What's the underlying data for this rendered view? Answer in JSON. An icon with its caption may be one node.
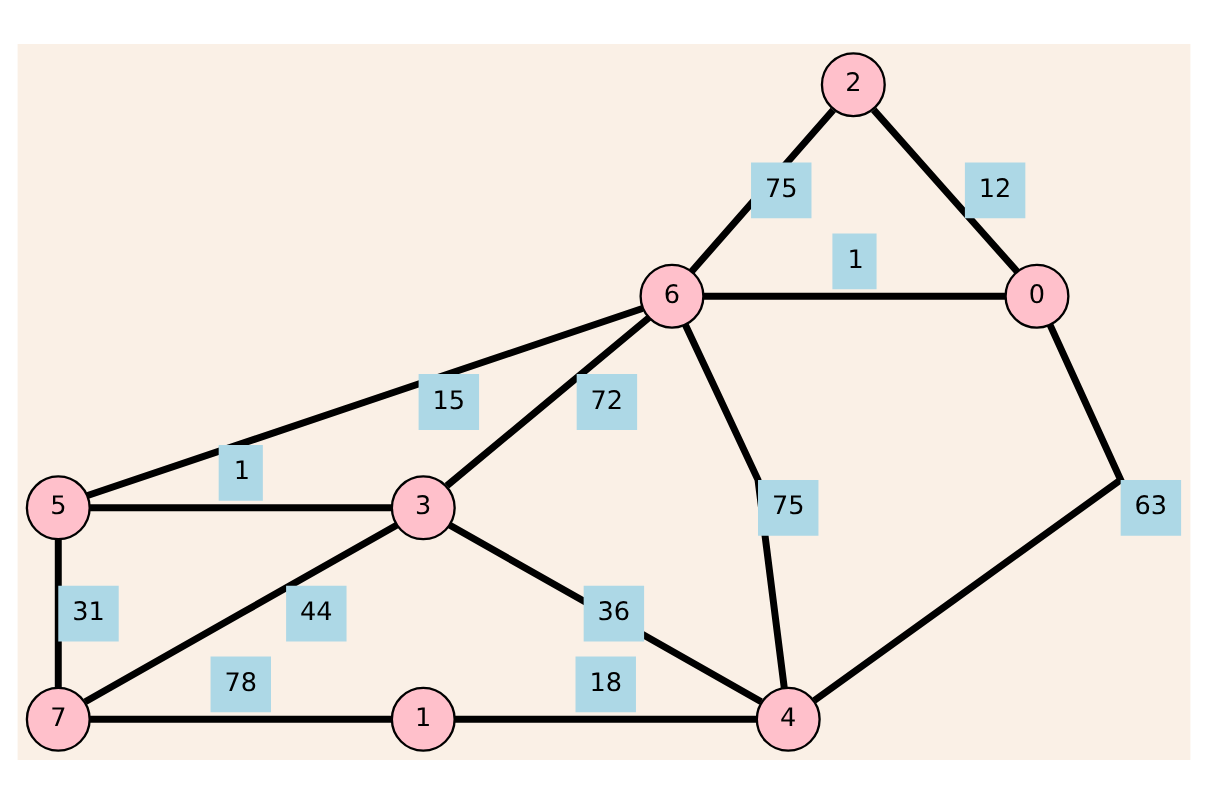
{
  "diagram": {
    "nodes": [
      {
        "text": [
          "2"
        ]
      },
      {
        "text": [
          "6"
        ]
      },
      {
        "text": [
          "0"
        ]
      },
      {
        "text": [
          "5"
        ]
      },
      {
        "text": [
          "3"
        ]
      },
      {
        "text": [
          "7"
        ]
      },
      {
        "text": [
          "1"
        ]
      },
      {
        "text": [
          "4"
        ]
      }
    ],
    "edges": [
      {
        "from": 0,
        "to": 1,
        "arrow": "none",
        "label": "75"
      },
      {
        "from": 0,
        "to": 2,
        "arrow": "none",
        "label": "12"
      },
      {
        "from": 1,
        "to": 2,
        "arrow": "none",
        "label": "1"
      },
      {
        "from": 1,
        "to": 3,
        "arrow": "none",
        "label": "15"
      },
      {
        "from": 1,
        "to": 4,
        "arrow": "none",
        "label": "72"
      },
      {
        "from": 1,
        "to": 7,
        "arrow": "none",
        "label": "75"
      },
      {
        "from": 2,
        "to": 7,
        "arrow": "none",
        "label": "63"
      },
      {
        "from": 3,
        "to": 4,
        "arrow": "none",
        "label": "1"
      },
      {
        "from": 3,
        "to": 5,
        "arrow": "none",
        "label": "31"
      },
      {
        "from": 4,
        "to": 5,
        "arrow": "none",
        "label": "44"
      },
      {
        "from": 4,
        "to": 7,
        "arrow": "none",
        "label": "36"
      },
      {
        "from": 5,
        "to": 6,
        "arrow": "none",
        "label": "78"
      },
      {
        "from": 6,
        "to": 7,
        "arrow": "none",
        "label": "18"
      }
    ]
  }
}
